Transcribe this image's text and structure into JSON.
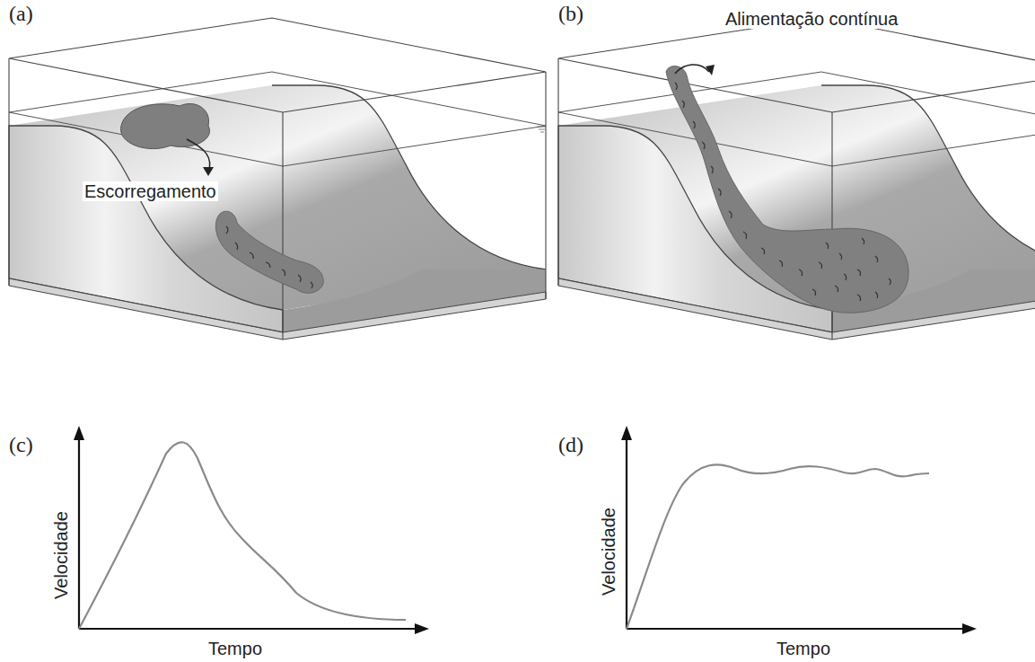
{
  "diagram": {
    "labels": [
      "(a)",
      "(b)",
      "Escorregamento",
      "Alimentação contínua",
      "(c)",
      "(d)",
      "Velocidade",
      "Tempo",
      "Velocidade",
      "Tempo"
    ]
  }
}
